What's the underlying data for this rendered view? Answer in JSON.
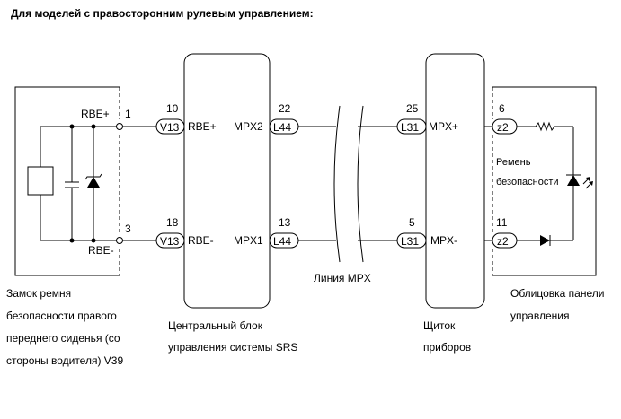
{
  "header": "Для моделей с правосторонним рулевым управлением:",
  "components": {
    "buckle_switch": [
      "Замок ремня",
      "безопасности правого",
      "переднего сиденья (со",
      "стороны водителя) V39"
    ],
    "srs_ecu": [
      "Центральный блок",
      "управления системы SRS"
    ],
    "combination_meter": [
      "Щиток",
      "приборов"
    ],
    "instrument_panel": [
      "Облицовка панели",
      "управления"
    ]
  },
  "mpx_line_label": "Линия MPX",
  "belt_indicator_label": [
    "Ремень",
    "безопасности"
  ],
  "pins": {
    "buckle_top": {
      "name": "RBE+",
      "num": "1"
    },
    "buckle_bottom": {
      "name": "RBE-",
      "num": "3"
    },
    "srs_top": {
      "num": "10",
      "conn": "V13",
      "name": "RBE+"
    },
    "srs_bottom": {
      "num": "18",
      "conn": "V13",
      "name": "RBE-"
    },
    "srs_out_top": {
      "num": "22",
      "conn": "L44",
      "name": "MPX2"
    },
    "srs_out_bottom": {
      "num": "13",
      "conn": "L44",
      "name": "MPX1"
    },
    "meter_top": {
      "num": "25",
      "conn": "L31",
      "name": "MPX+"
    },
    "meter_bottom": {
      "num": "5",
      "conn": "L31",
      "name": "MPX-"
    },
    "meter_out_top": {
      "num": "6",
      "conn": "z2"
    },
    "meter_out_bottom": {
      "num": "11",
      "conn": "z2"
    }
  }
}
